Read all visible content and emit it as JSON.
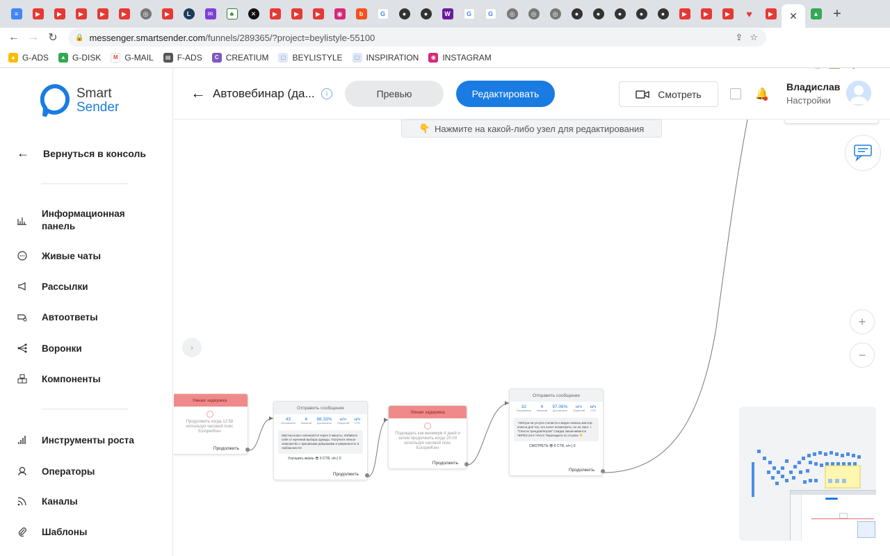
{
  "browser": {
    "url_host": "messenger.smartsender.com",
    "url_path": "/funnels/289365/?project=beylistyle-55100",
    "bookmarks": [
      "G-ADS",
      "G-DISK",
      "G-MAIL",
      "F-ADS",
      "CREATIUM",
      "BEYLISTYLE",
      "INSPIRATION",
      "INSTAGRAM"
    ]
  },
  "logo": {
    "line1": "Smart",
    "line2": "Sender"
  },
  "sidebar": {
    "back_label": "Вернуться в консоль",
    "items": [
      "Информационная панель",
      "Живые чаты",
      "Рассылки",
      "Автоответы",
      "Воронки",
      "Компоненты",
      "Инструменты роста",
      "Операторы",
      "Каналы",
      "Шаблоны"
    ]
  },
  "header": {
    "title": "Автовебинар (да...",
    "preview_label": "Превью",
    "edit_label": "Редактировать",
    "watch_label": "Смотреть",
    "user_name": "Владислав",
    "user_settings": "Настройки"
  },
  "canvas": {
    "hint": "Нажмите на какой-либо узел для редактирования",
    "hint_emoji": "👇",
    "nodes": {
      "delay1": {
        "title": "Умная задержка",
        "body": "Продолжить когда 12:58 используя часовой пояс Europe/Kiev",
        "footer": "Продолжить"
      },
      "msg1": {
        "title": "Отправить сообщение",
        "stats": [
          [
            "43",
            "Отправлено"
          ],
          [
            "4",
            "Нажатий"
          ],
          [
            "98.33%",
            "Доставлено"
          ],
          [
            "н/ч",
            "Открытий"
          ],
          [
            "н/ч",
            "CTR"
          ]
        ],
        "text": "Мастер-класс начинается через 2 минуты. Избавьте себя от мучений выбора одежды. Получите лёгкое знакомство с красивыми девушками и уверенность в любом месте!",
        "button": "Улучшить жизнь 😎 0 CTR, н/ч | 0",
        "footer": "Продолжить"
      },
      "delay2": {
        "title": "Умная задержка",
        "body": "Подождать как минимум 4 дней и затем продолжить когда 20:00 используя часовой пояс Europe/Kiev",
        "footer": "Продолжить"
      },
      "msg2": {
        "title": "Отправить сообщение",
        "stats": [
          [
            "32",
            "Отправлено"
          ],
          [
            "4",
            "Нажатий"
          ],
          [
            "97.06%",
            "Доставлено"
          ],
          [
            "н/ч",
            "Открытий"
          ],
          [
            "н/ч",
            "CTR"
          ]
        ],
        "text": "-ЧЕ0три на услуги стилиста и видео-запись мастер-класса для тех, кто хочет посмотреть, но не смог. + \"Список трендовЛетров\" Скидка заканчивается ЧЕРЕЗ 24-е ЧАСА! Переходите по ссылке 👇",
        "button": "СМОТРЕТЬ 😎 0 CTR, н/ч | 0",
        "footer": "Продолжить"
      }
    }
  },
  "colors": {
    "primary": "#1a7be3",
    "delay": "#f08a8a"
  }
}
